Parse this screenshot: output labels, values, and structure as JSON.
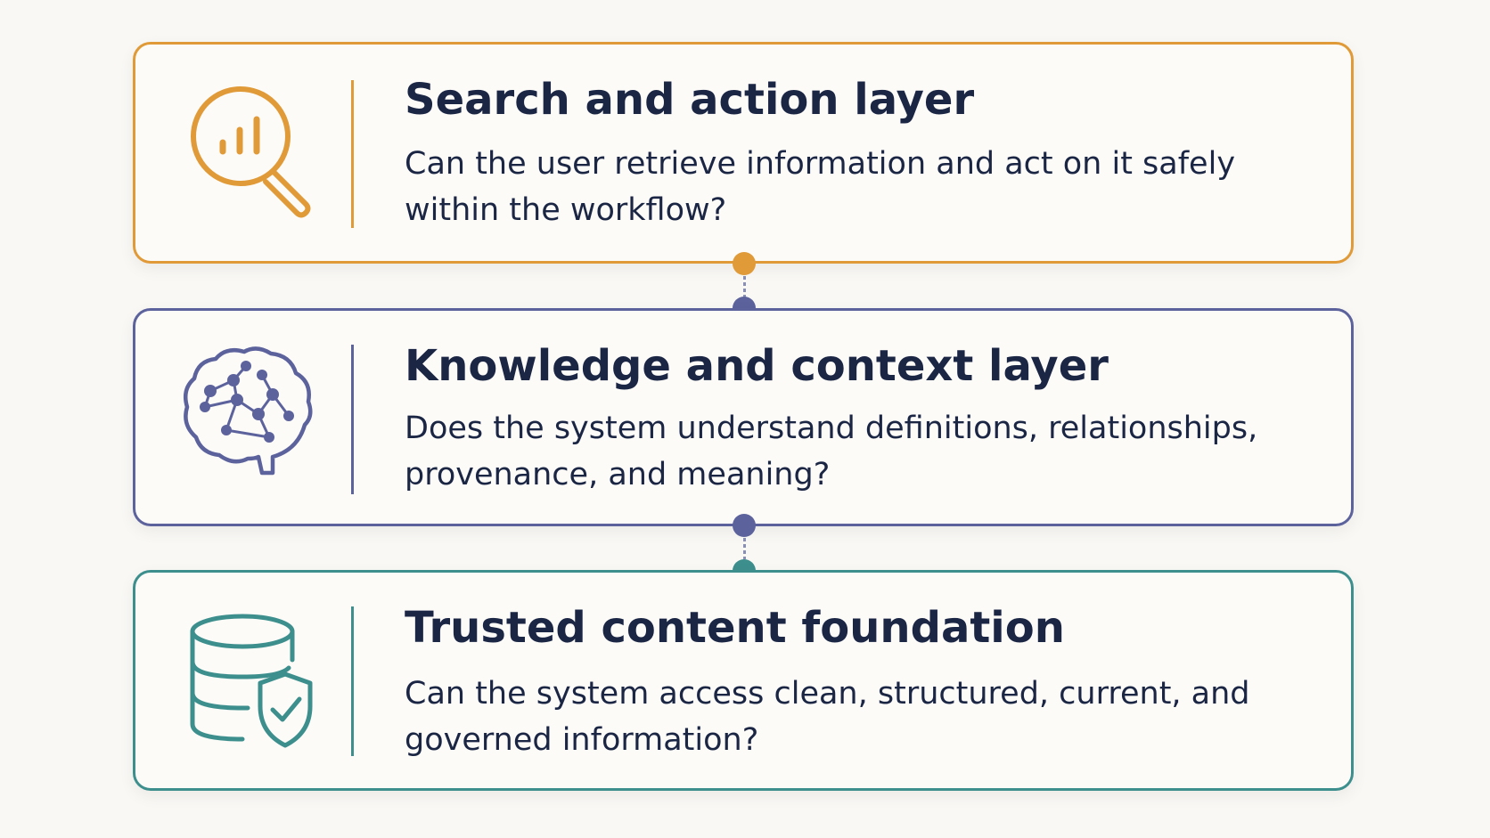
{
  "colors": {
    "search": "#e09a37",
    "knowledge": "#5c629c",
    "foundation": "#3d8f8d",
    "text": "#1b2644"
  },
  "layers": [
    {
      "icon": "magnifier-chart-icon",
      "title": "Search and action layer",
      "desc": "Can the user retrieve information and act on it safely within the workflow?"
    },
    {
      "icon": "brain-network-icon",
      "title": "Knowledge and context layer",
      "desc": "Does the system understand definitions, relationships, provenance, and meaning?"
    },
    {
      "icon": "database-shield-icon",
      "title": "Trusted content foundation",
      "desc": "Can the system access clean, structured, current, and governed information?"
    }
  ]
}
